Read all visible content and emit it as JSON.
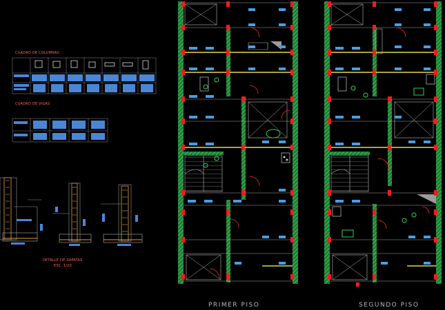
{
  "cuadro_columnas": {
    "title": "CUADRO DE COLUMNAS"
  },
  "cuadro_vigas": {
    "title": "CUADRO DE VIGAS"
  },
  "detalle": {
    "title": "DETALLE DE ZAPATAS",
    "scale": "ESC. 1/20"
  },
  "plans": [
    {
      "title": "PRIMER PISO"
    },
    {
      "title": "SEGUNDO PISO"
    }
  ],
  "colors": {
    "background": "#000000",
    "wall": "#1f8f3a",
    "wall_hatch": "#39c35a",
    "column": "#ff1a1a",
    "beam": "#e8d84a",
    "fixture": "#4a9de0",
    "gray": "#9a9a9a",
    "orange": "#e8a040",
    "table_blue": "#4a86d6"
  }
}
